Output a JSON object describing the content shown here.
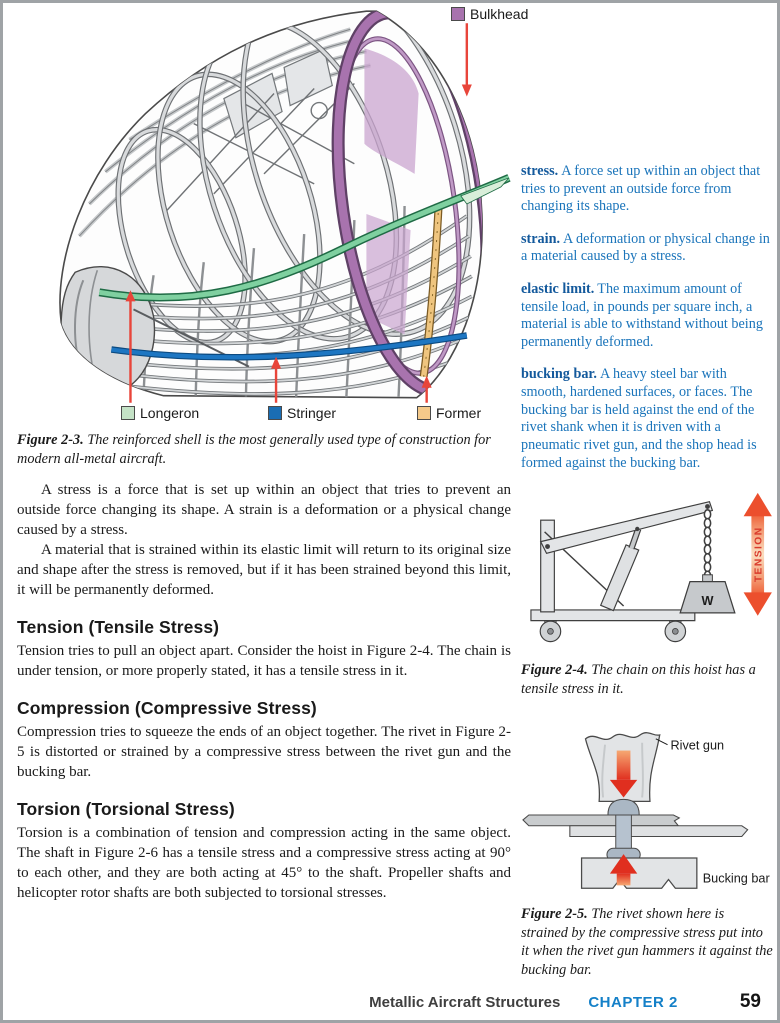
{
  "figure_2_3": {
    "legend": [
      {
        "label": "Longeron",
        "color": "#c4e2c6"
      },
      {
        "label": "Stringer",
        "color": "#1a6db3"
      },
      {
        "label": "Former",
        "color": "#f4c98a"
      },
      {
        "label": "Bulkhead",
        "color": "#a873ae"
      }
    ],
    "caption_label": "Figure 2-3.",
    "caption_text": "The reinforced shell is the most generally used type of construction for modern all-metal aircraft."
  },
  "body": {
    "paragraphs": [
      "A stress is a force that is set up within an object that tries to prevent an outside force changing its shape. A strain is a deformation or a physical change caused by a stress.",
      "A material that is strained within its elastic limit will return to its original size and shape after the stress is removed, but if it has been strained beyond this limit, it will be permanently deformed."
    ],
    "sections": [
      {
        "heading": "Tension (Tensile Stress)",
        "text": "Tension tries to pull an object apart. Consider the hoist in Figure 2-4. The chain is under tension, or more properly stated, it has a tensile stress in it."
      },
      {
        "heading": "Compression (Compressive Stress)",
        "text": "Compression tries to squeeze the ends of an object together. The rivet in Figure 2-5 is distorted or strained by a compressive stress between the rivet gun and the bucking bar."
      },
      {
        "heading": "Torsion (Torsional Stress)",
        "text": "Torsion is a combination of tension and compression acting in the same object. The shaft in Figure 2-6 has a tensile stress and a compressive stress acting at 90° to each other, and they are both acting at 45° to the shaft. Propeller shafts and helicopter rotor shafts are both subjected to torsional stresses."
      }
    ]
  },
  "sidebar": {
    "definitions": [
      {
        "term": "stress.",
        "text": "A force set up within an object that tries to prevent an outside force from changing its shape."
      },
      {
        "term": "strain.",
        "text": "A deformation or physical change in a material caused by a stress."
      },
      {
        "term": "elastic limit.",
        "text": "The maximum amount of tensile load, in pounds per square inch, a material is able to withstand without being permanently deformed."
      },
      {
        "term": "bucking bar.",
        "text": "A heavy steel bar with smooth, hardened surfaces, or faces. The bucking bar is held against the end of the rivet shank when it is driven with a pneumatic rivet gun, and the shop head is formed against the bucking bar."
      }
    ]
  },
  "figure_2_4": {
    "tension_label": "TENSION",
    "weight_label": "W",
    "caption_label": "Figure 2-4.",
    "caption_text": "The chain on this hoist has a tensile stress in it."
  },
  "figure_2_5": {
    "rivet_gun_label": "Rivet gun",
    "bucking_bar_label": "Bucking bar",
    "caption_label": "Figure 2-5.",
    "caption_text": "The rivet shown here is strained by the compressive stress put into it when the rivet gun hammers it against the bucking bar."
  },
  "footer": {
    "book_title": "Metallic Aircraft Structures",
    "chapter": "CHAPTER 2",
    "page_number": "59"
  },
  "colors": {
    "longeron_green": "#7fd0a0",
    "stringer_blue": "#1d76c2",
    "former_orange": "#efc57f",
    "bulkhead_purple": "#a873ae",
    "arrow_red": "#e8453a",
    "sidebar_blue": "#1a74ba",
    "chapter_blue": "#1480c8"
  }
}
